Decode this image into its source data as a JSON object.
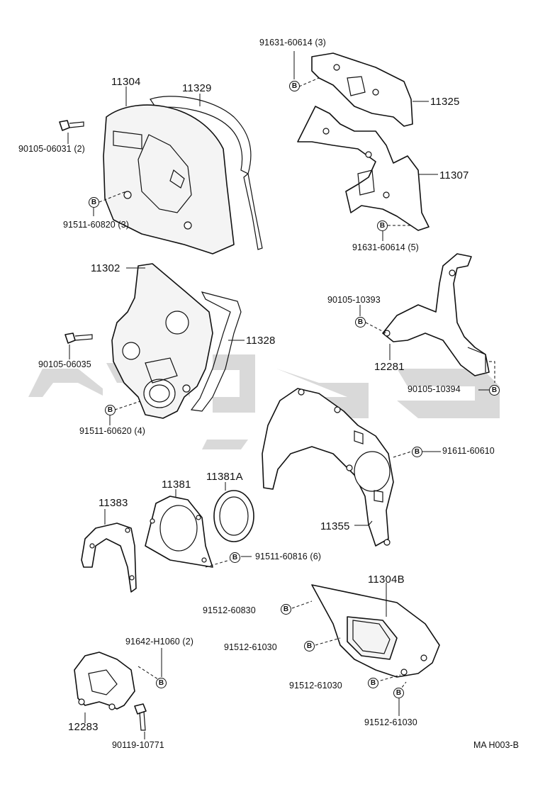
{
  "parts": {
    "p11304": "11304",
    "p11329": "11329",
    "p11325": "11325",
    "p11307": "11307",
    "p11302": "11302",
    "p11328": "11328",
    "p12281": "12281",
    "p11381": "11381",
    "p11381A": "11381A",
    "p11383": "11383",
    "p11355": "11355",
    "p11304B": "11304B",
    "p12283": "12283"
  },
  "fasteners": {
    "f_91631_60614_3": "91631-60614 (3)",
    "f_90105_06031_2": "90105-06031 (2)",
    "f_91511_60820_3": "91511-60820 (3)",
    "f_91631_60614_5": "91631-60614 (5)",
    "f_90105_10393": "90105-10393",
    "f_90105_06035": "90105-06035",
    "f_90105_10394": "90105-10394",
    "f_91511_60620_4": "91511-60620 (4)",
    "f_91611_60610": "91611-60610",
    "f_91511_60816_6": "91511-60816 (6)",
    "f_91512_60830": "91512-60830",
    "f_91512_61030_a": "91512-61030",
    "f_91512_61030_b": "91512-61030",
    "f_91512_61030_c": "91512-61030",
    "f_91642_H1060_2": "91642-H1060 (2)",
    "f_90119_10771": "90119-10771"
  },
  "callout_symbol": "B",
  "reference": "MA  H003-B",
  "colors": {
    "line": "#111111",
    "watermark": "#9a9a9a",
    "background": "#ffffff"
  }
}
